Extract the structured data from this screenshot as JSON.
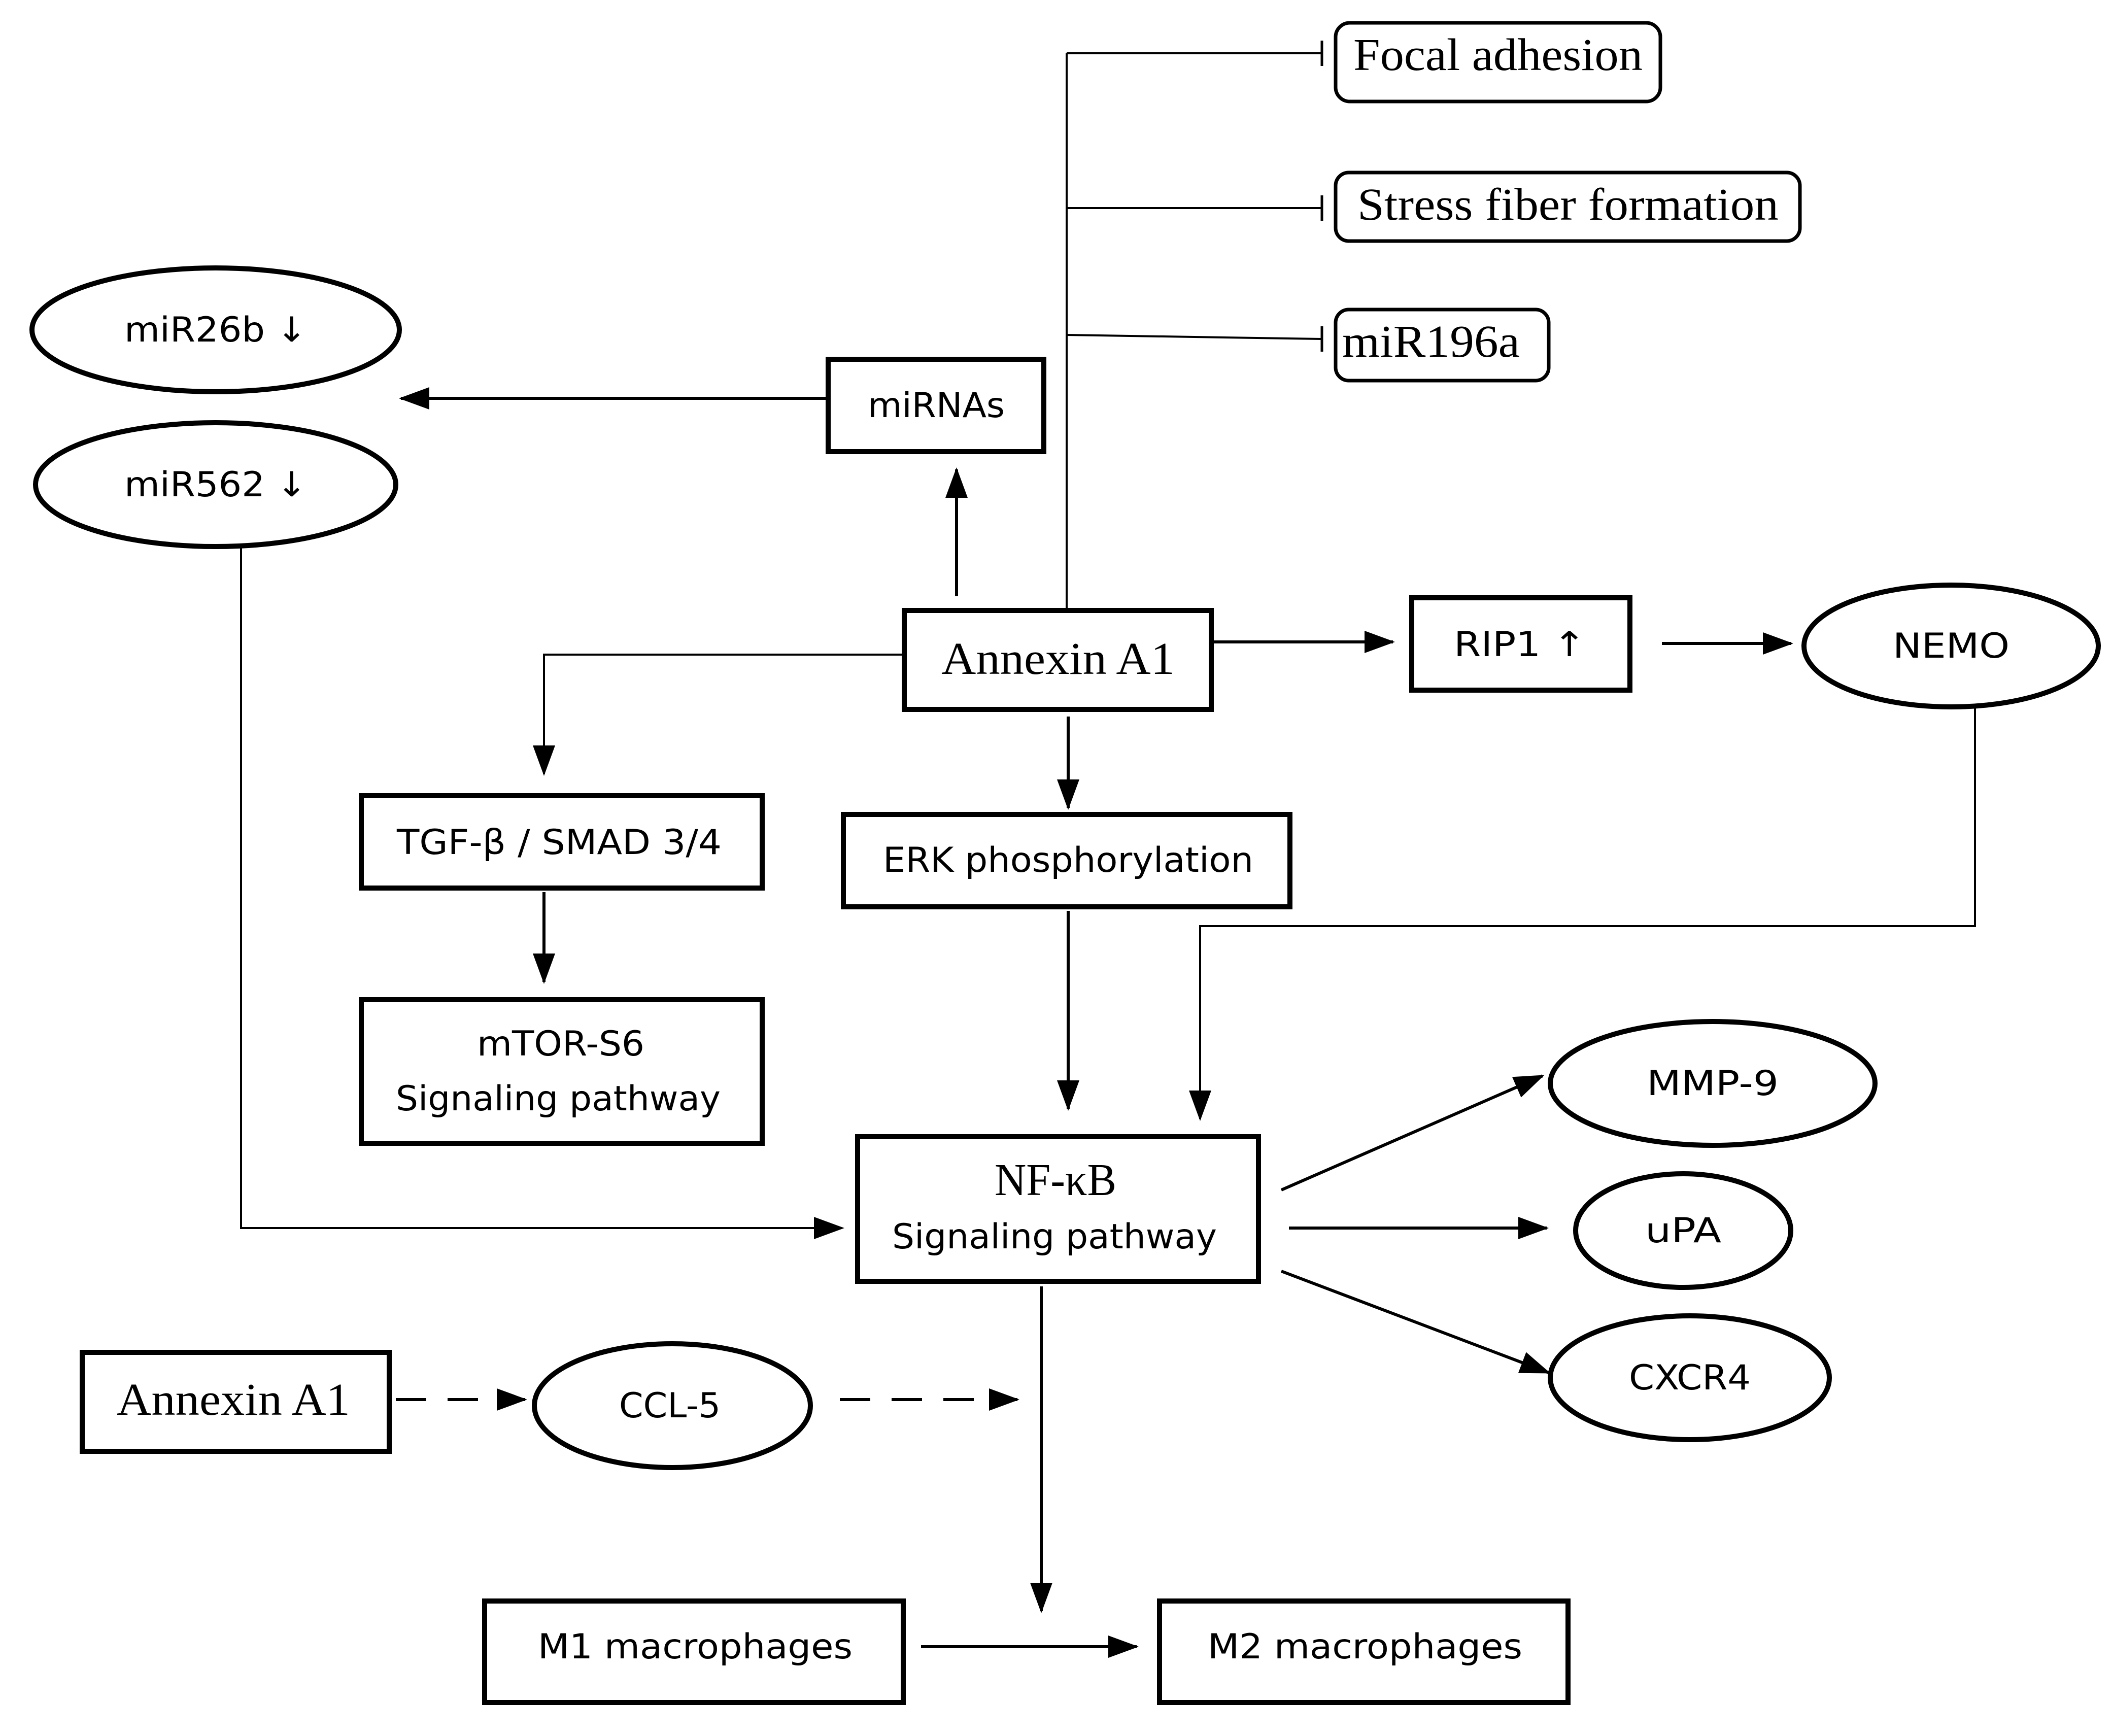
{
  "colors": {
    "stroke": "#000000",
    "background": "#ffffff"
  },
  "nodes": {
    "focal_adhesion": "Focal adhesion",
    "stress_fiber": "Stress fiber formation",
    "mir196a": "miR196a",
    "mir26b": "miR26b ↓",
    "mir562": "miR562 ↓",
    "mirnas": "miRNAs",
    "annexin_main": "Annexin A1",
    "rip1": "RIP1 ↑",
    "nemo": "NEMO",
    "tgf_smad": "TGF-β / SMAD 3/4",
    "erk": "ERK phosphorylation",
    "mtor_line1": "mTOR-S6",
    "mtor_line2": "Signaling pathway",
    "nfkb_line1": "NF-κB",
    "nfkb_line2": "Signaling pathway",
    "mmp9": "MMP-9",
    "upa": "uPA",
    "cxcr4": "CXCR4",
    "annexin_secondary": "Annexin A1",
    "ccl5": "CCL-5",
    "m1": "M1 macrophages",
    "m2": "M2 macrophages"
  }
}
